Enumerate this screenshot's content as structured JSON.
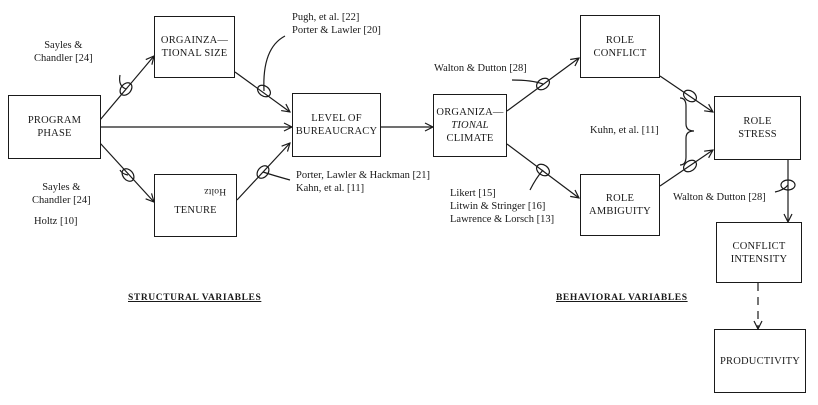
{
  "boxes": {
    "program_phase": [
      "PROGRAM",
      "PHASE"
    ],
    "organizational_size": [
      "ORGAINZA—",
      "TIONAL SIZE"
    ],
    "tenure": "TENURE",
    "tenure_mark": "Holtz",
    "level_of_bureaucracy": [
      "LEVEL OF",
      "BUREAUCRACY"
    ],
    "organizational_climate": [
      "ORGANIZA—",
      "TIONAL",
      "CLIMATE"
    ],
    "role_conflict": [
      "ROLE",
      "CONFLICT"
    ],
    "role_ambiguity": [
      "ROLE",
      "AMBIGUITY"
    ],
    "role_stress": [
      "ROLE",
      "STRESS"
    ],
    "conflict_intensity": [
      "CONFLICT",
      "INTENSITY"
    ],
    "productivity": "PRODUCTIVITY"
  },
  "citations": {
    "sayles_top": [
      "Sayles &",
      "Chandler [24]"
    ],
    "pugh_porter": [
      "Pugh, et al. [22]",
      "Porter & Lawler [20]"
    ],
    "sayles_bottom": [
      "Sayles &",
      "Chandler [24]"
    ],
    "holtz": "Holtz [10]",
    "porter_kahn": [
      "Porter, Lawler & Hackman [21]",
      "Kahn, et al. [11]"
    ],
    "walton_top": "Walton & Dutton [28]",
    "kahn_mid": "Kuhn, et al. [11]",
    "likert_group": [
      "Likert [15]",
      "Litwin & Stringer [16]",
      "Lawrence & Lorsch [13]"
    ],
    "walton_bottom": "Walton & Dutton [28]"
  },
  "sections": {
    "structural": "STRUCTURAL VARIABLES",
    "behavioral": "BEHAVIORAL VARIABLES"
  }
}
